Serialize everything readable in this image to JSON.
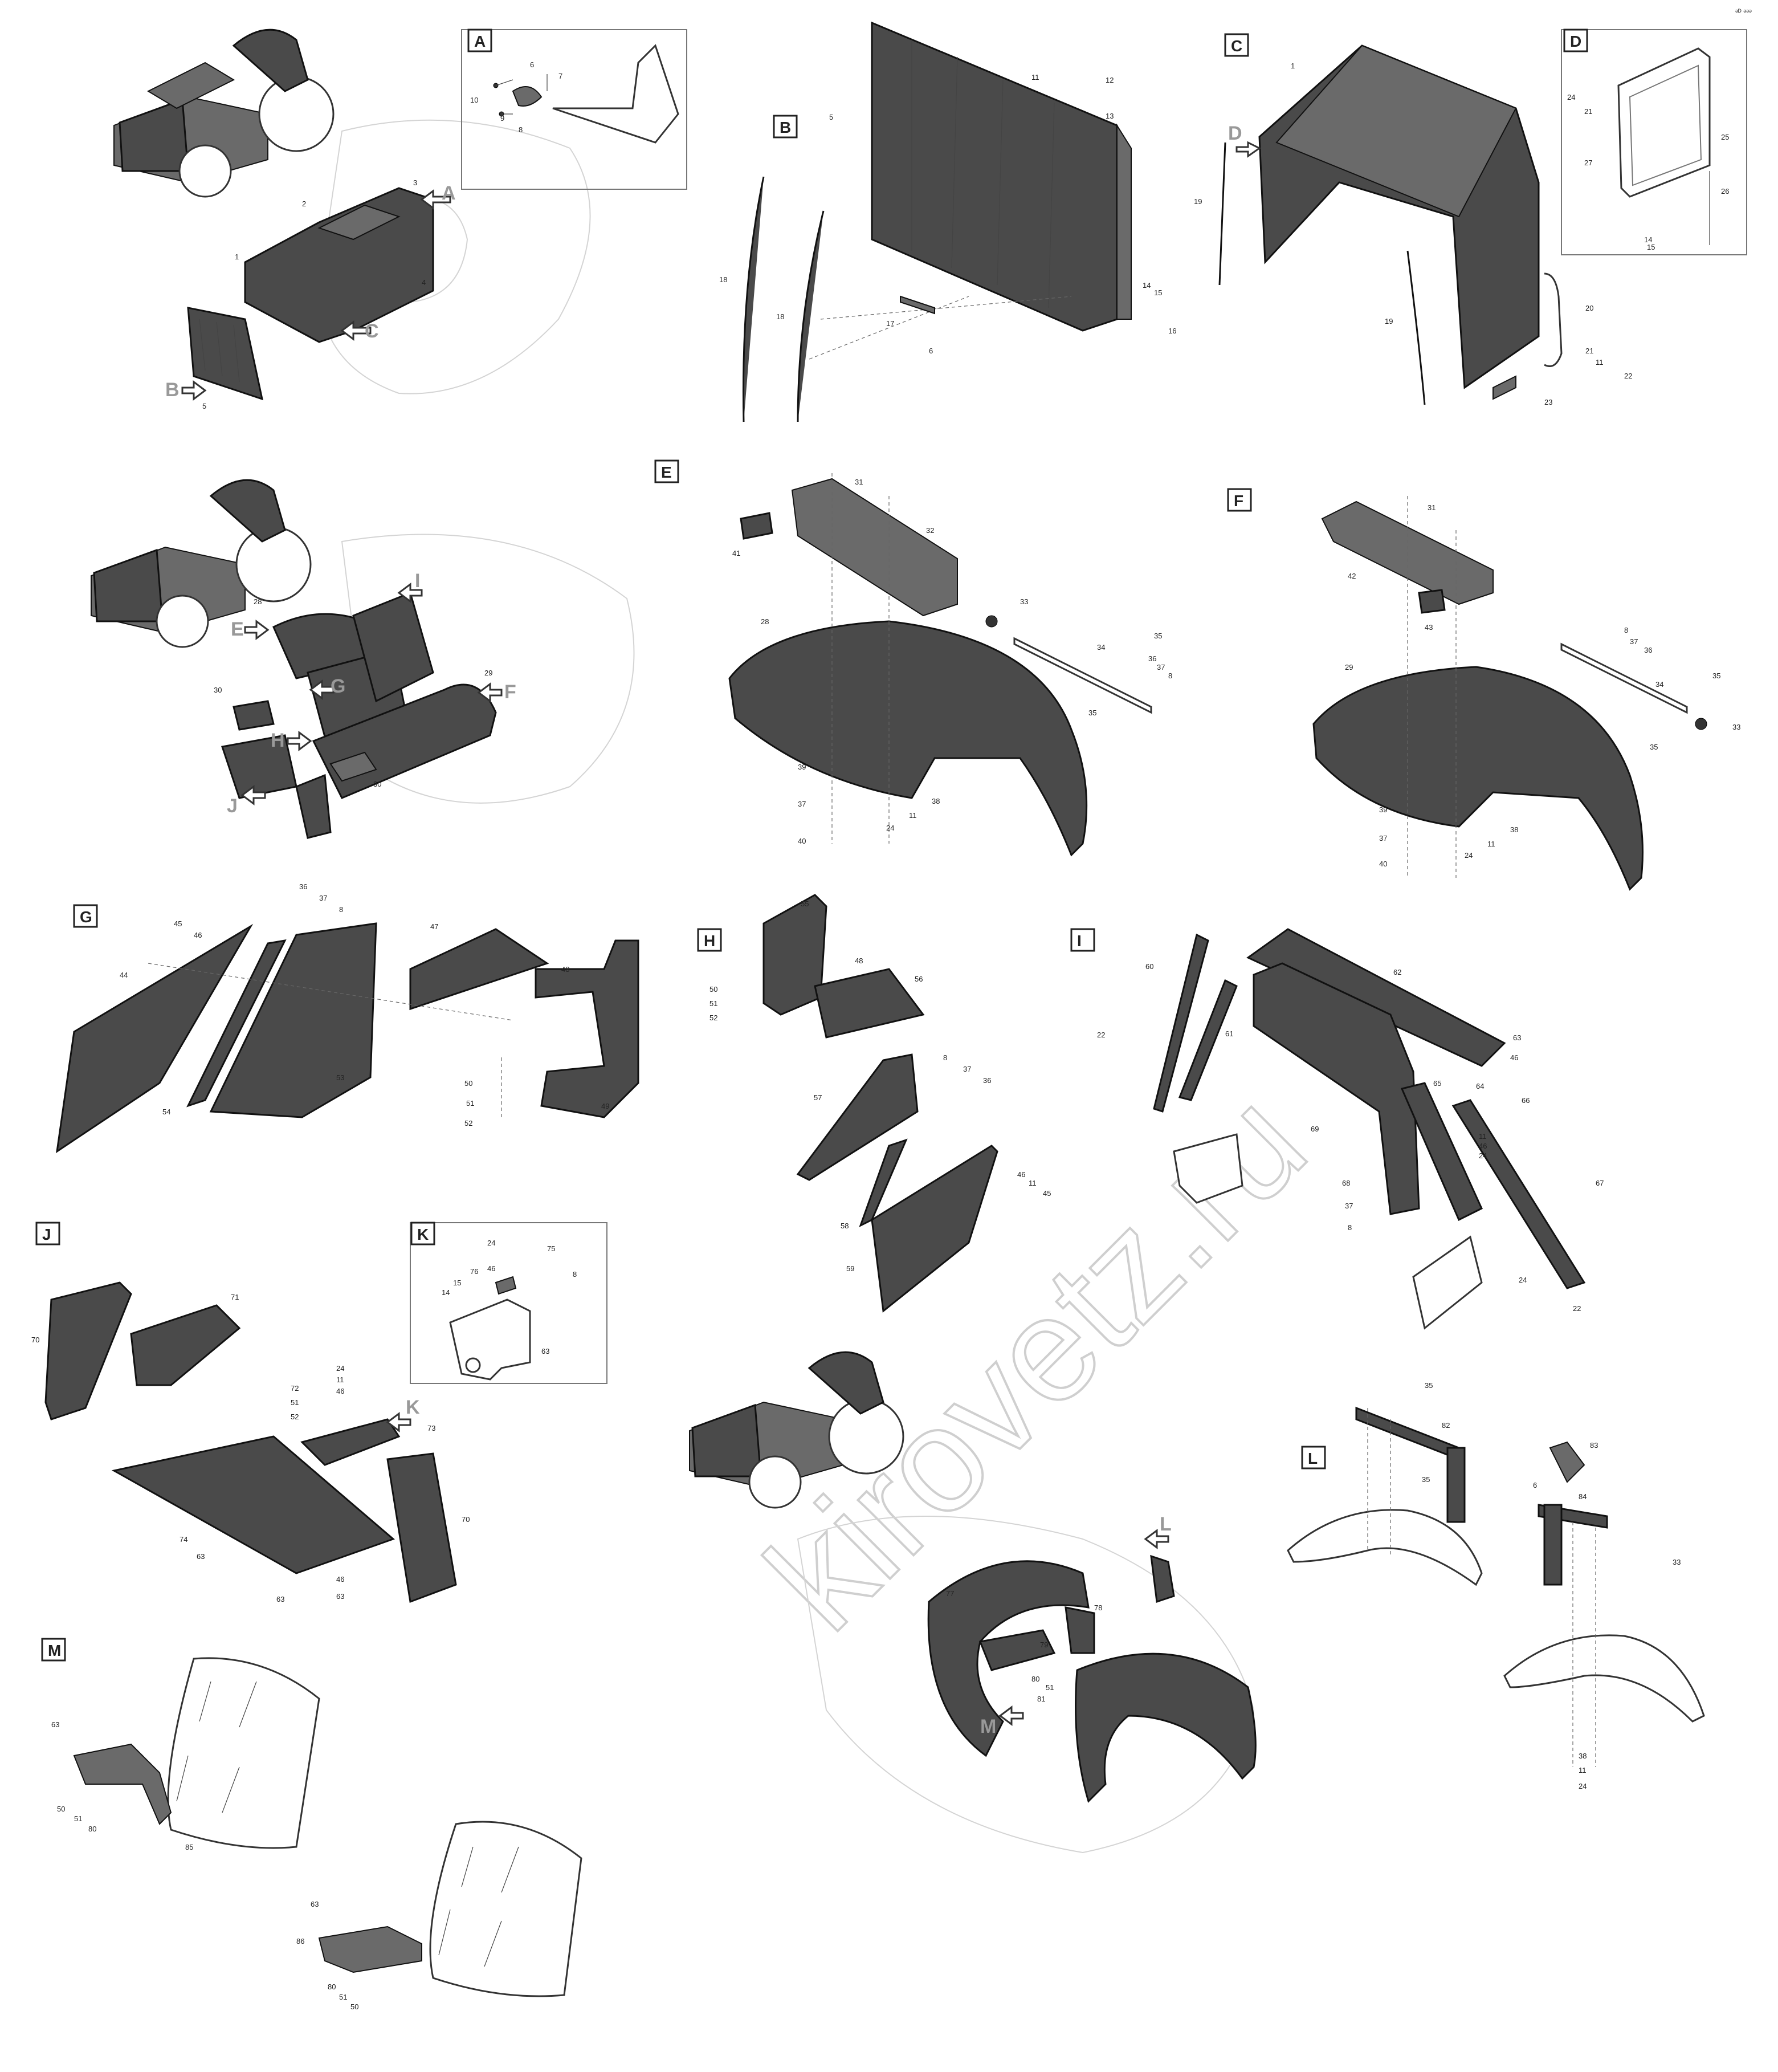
{
  "watermark": "kirovetz.ru",
  "corner_mark": "ᵊᴰ ᵊᵊᵊ",
  "sections": {
    "A": "A",
    "B": "B",
    "C": "C",
    "D": "D",
    "E": "E",
    "F": "F",
    "G": "G",
    "H": "H",
    "I": "I",
    "J": "J",
    "K": "K",
    "L": "L",
    "M": "M"
  },
  "labels": {
    "ov1": [
      "1",
      "2",
      "3",
      "4",
      "5"
    ],
    "a": [
      "6",
      "7",
      "8",
      "9",
      "10"
    ],
    "b": [
      "5",
      "11",
      "12",
      "13",
      "14",
      "15",
      "16",
      "17",
      "6",
      "18",
      "18"
    ],
    "c": [
      "1",
      "19",
      "19",
      "20",
      "21",
      "11",
      "22",
      "23"
    ],
    "d": [
      "24",
      "21",
      "27",
      "25",
      "26",
      "14",
      "15"
    ],
    "ov2": [
      "28",
      "29",
      "30",
      "30"
    ],
    "e": [
      "31",
      "32",
      "41",
      "28",
      "33",
      "34",
      "35",
      "36",
      "37",
      "8",
      "35",
      "39",
      "37",
      "40",
      "38",
      "11",
      "24"
    ],
    "f": [
      "31",
      "42",
      "43",
      "8",
      "37",
      "36",
      "34",
      "35",
      "29",
      "33",
      "35",
      "39",
      "37",
      "40",
      "38",
      "11",
      "24"
    ],
    "g": [
      "36",
      "37",
      "8",
      "45",
      "46",
      "44",
      "47",
      "48",
      "53",
      "54",
      "50",
      "51",
      "52",
      "49"
    ],
    "h": [
      "55",
      "48",
      "50",
      "51",
      "52",
      "56",
      "37",
      "36",
      "8",
      "57",
      "46",
      "11",
      "45",
      "58",
      "59"
    ],
    "i": [
      "60",
      "62",
      "61",
      "22",
      "63",
      "46",
      "65",
      "64",
      "66",
      "11",
      "46",
      "24",
      "69",
      "68",
      "37",
      "8",
      "67",
      "24",
      "22"
    ],
    "j": [
      "70",
      "71",
      "72",
      "51",
      "52",
      "24",
      "11",
      "46",
      "73",
      "74",
      "63",
      "46",
      "63",
      "63",
      "70"
    ],
    "k": [
      "24",
      "76",
      "75",
      "8",
      "46",
      "15",
      "14",
      "63"
    ],
    "l": [
      "35",
      "82",
      "35",
      "83",
      "6",
      "84",
      "33",
      "38",
      "11",
      "24"
    ],
    "mview": [
      "77",
      "78",
      "79",
      "80",
      "51",
      "81"
    ],
    "m": [
      "63",
      "50",
      "51",
      "80",
      "85",
      "63",
      "86",
      "80",
      "51",
      "50"
    ]
  }
}
